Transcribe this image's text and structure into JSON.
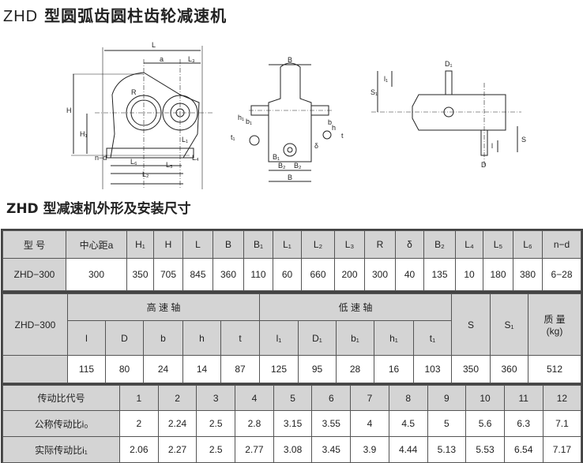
{
  "title": {
    "latin": "ZHD",
    "text": "型圆弧齿圆柱齿轮减速机"
  },
  "subtitle": "ZHD 型减速机外形及安装尺寸",
  "diagram_labels": {
    "front": [
      "L",
      "a",
      "L₃",
      "H",
      "H₁",
      "R",
      "L₁",
      "L₄",
      "n−d",
      "L₆",
      "L₅",
      "L₂"
    ],
    "side": [
      "B",
      "b₁",
      "h₁",
      "t₁",
      "b",
      "h",
      "t",
      "δ",
      "B₁",
      "B₂",
      "B₂",
      "B"
    ],
    "top": [
      "D₁",
      "l₁",
      "S₁",
      "l",
      "S",
      "D"
    ]
  },
  "table1": {
    "headers": [
      "型 号",
      "中心距a",
      "H₁",
      "H",
      "L",
      "B",
      "B₁",
      "L₁",
      "L₂",
      "L₃",
      "R",
      "δ",
      "B₂",
      "L₄",
      "L₅",
      "L₆",
      "n−d"
    ],
    "row": [
      "ZHD−300",
      "300",
      "350",
      "705",
      "845",
      "360",
      "110",
      "60",
      "660",
      "200",
      "300",
      "40",
      "135",
      "10",
      "180",
      "380",
      "6−28"
    ]
  },
  "table2": {
    "model": "ZHD−300",
    "group_high": "高 速 轴",
    "group_low": "低 速 轴",
    "s": "S",
    "s1": "S₁",
    "mass": "质 量",
    "mass_unit": "(kg)",
    "sub_headers": [
      "l",
      "D",
      "b",
      "h",
      "t",
      "l₁",
      "D₁",
      "b₁",
      "h₁",
      "t₁"
    ],
    "values": [
      "115",
      "80",
      "24",
      "14",
      "87",
      "125",
      "95",
      "28",
      "16",
      "103",
      "350",
      "360",
      "512"
    ]
  },
  "table3": {
    "rows": [
      {
        "label": "传动比代号",
        "values": [
          "1",
          "2",
          "3",
          "4",
          "5",
          "6",
          "7",
          "8",
          "9",
          "10",
          "11",
          "12"
        ]
      },
      {
        "label": "公称传动比i₀",
        "values": [
          "2",
          "2.24",
          "2.5",
          "2.8",
          "3.15",
          "3.55",
          "4",
          "4.5",
          "5",
          "5.6",
          "6.3",
          "7.1"
        ]
      },
      {
        "label": "实际传动比i₁",
        "values": [
          "2.06",
          "2.27",
          "2.5",
          "2.77",
          "3.08",
          "3.45",
          "3.9",
          "4.44",
          "5.13",
          "5.53",
          "6.54",
          "7.17"
        ]
      }
    ]
  }
}
